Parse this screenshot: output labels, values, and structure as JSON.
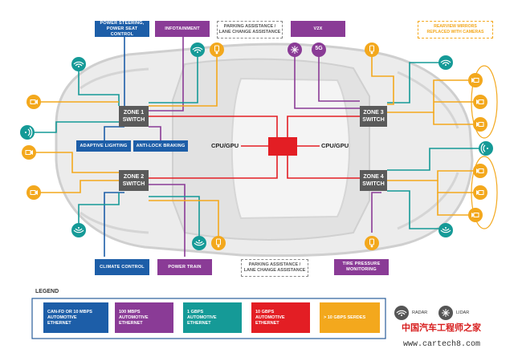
{
  "top_labels": {
    "power_steering": "POWER STEERING,\nPOWER SEAT CONTROL",
    "infotainment": "INFOTAINMENT",
    "parking_top": "PARKING ASSISTANCE /\nLANE CHANGE ASSISTANCE",
    "v2x": "V2X",
    "rearview": "REARVIEW MIRRORS\nREPLACED WITH CAMERAS"
  },
  "zones": {
    "zone1": "ZONE 1\nSWITCH",
    "zone2": "ZONE 2\nSWITCH",
    "zone3": "ZONE 3\nSWITCH",
    "zone4": "ZONE 4\nSWITCH"
  },
  "cpu_left": "CPU/GPU",
  "cpu_right": "CPU/GPU",
  "mid_labels": {
    "adaptive": "ADAPTIVE LIGHTING",
    "antilock": "ANTI-LOCK BRAKING"
  },
  "bottom_labels": {
    "climate": "CLIMATE CONTROL",
    "powertrain": "POWER TRAIN",
    "parking_bottom": "PARKING ASSISTANCE /\nLANE CHANGE ASSISTANCE",
    "tire": "TIRE PRESSURE\nMONITORING"
  },
  "five_g": "5G",
  "legend": {
    "title": "LEGEND",
    "items": [
      {
        "label": "CAN-FD OR 10 MBPS\nAUTOMOTIVE\nETHERNET",
        "color": "#1d5ea8"
      },
      {
        "label": "100 MBPS\nAUTOMOTIVE\nETHERNET",
        "color": "#8a3b96"
      },
      {
        "label": "1 GBPS\nAUTOMOTIVE\nETHERNET",
        "color": "#159a97"
      },
      {
        "label": "10 GBPS\nAUTOMOTIVE\nETHERNET",
        "color": "#e31e24"
      },
      {
        "label": "> 10 GBPS SERDES",
        "color": "#f3a81d"
      }
    ],
    "radar": "RADAR",
    "lidar": "LIDAR"
  },
  "watermark": {
    "cn": "中国汽车工程师之家",
    "url": "www.cartech8.com"
  }
}
